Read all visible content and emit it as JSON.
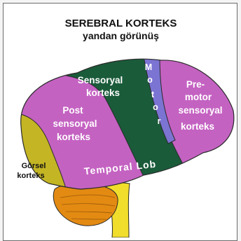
{
  "title": {
    "line1": "SEREBRAL KORTEKS",
    "line2": "yandan görünüş"
  },
  "regions": {
    "sensory": {
      "line1": "Sensoryal",
      "line2": "korteks"
    },
    "motor": {
      "letters": [
        "M",
        "o",
        "t",
        "o",
        "r"
      ]
    },
    "premotor": {
      "line1": "Pre-",
      "line2": "motor",
      "line3": "sensoryal",
      "line4": "korteks"
    },
    "post": {
      "line1": "Post",
      "line2": "sensoryal",
      "line3": "korteks"
    },
    "visual": {
      "line1": "Görsel",
      "line2": "korteks"
    },
    "temporal": {
      "label": "Temporal Lob"
    }
  },
  "colors": {
    "cortex": "#c462c2",
    "sensory": "#1a5b3a",
    "motor": "#7b74d2",
    "visual": "#c4b524",
    "cerebellum": "#e38a12",
    "brainstem": "#f1dd2c",
    "outline": "#2a2a2a"
  }
}
